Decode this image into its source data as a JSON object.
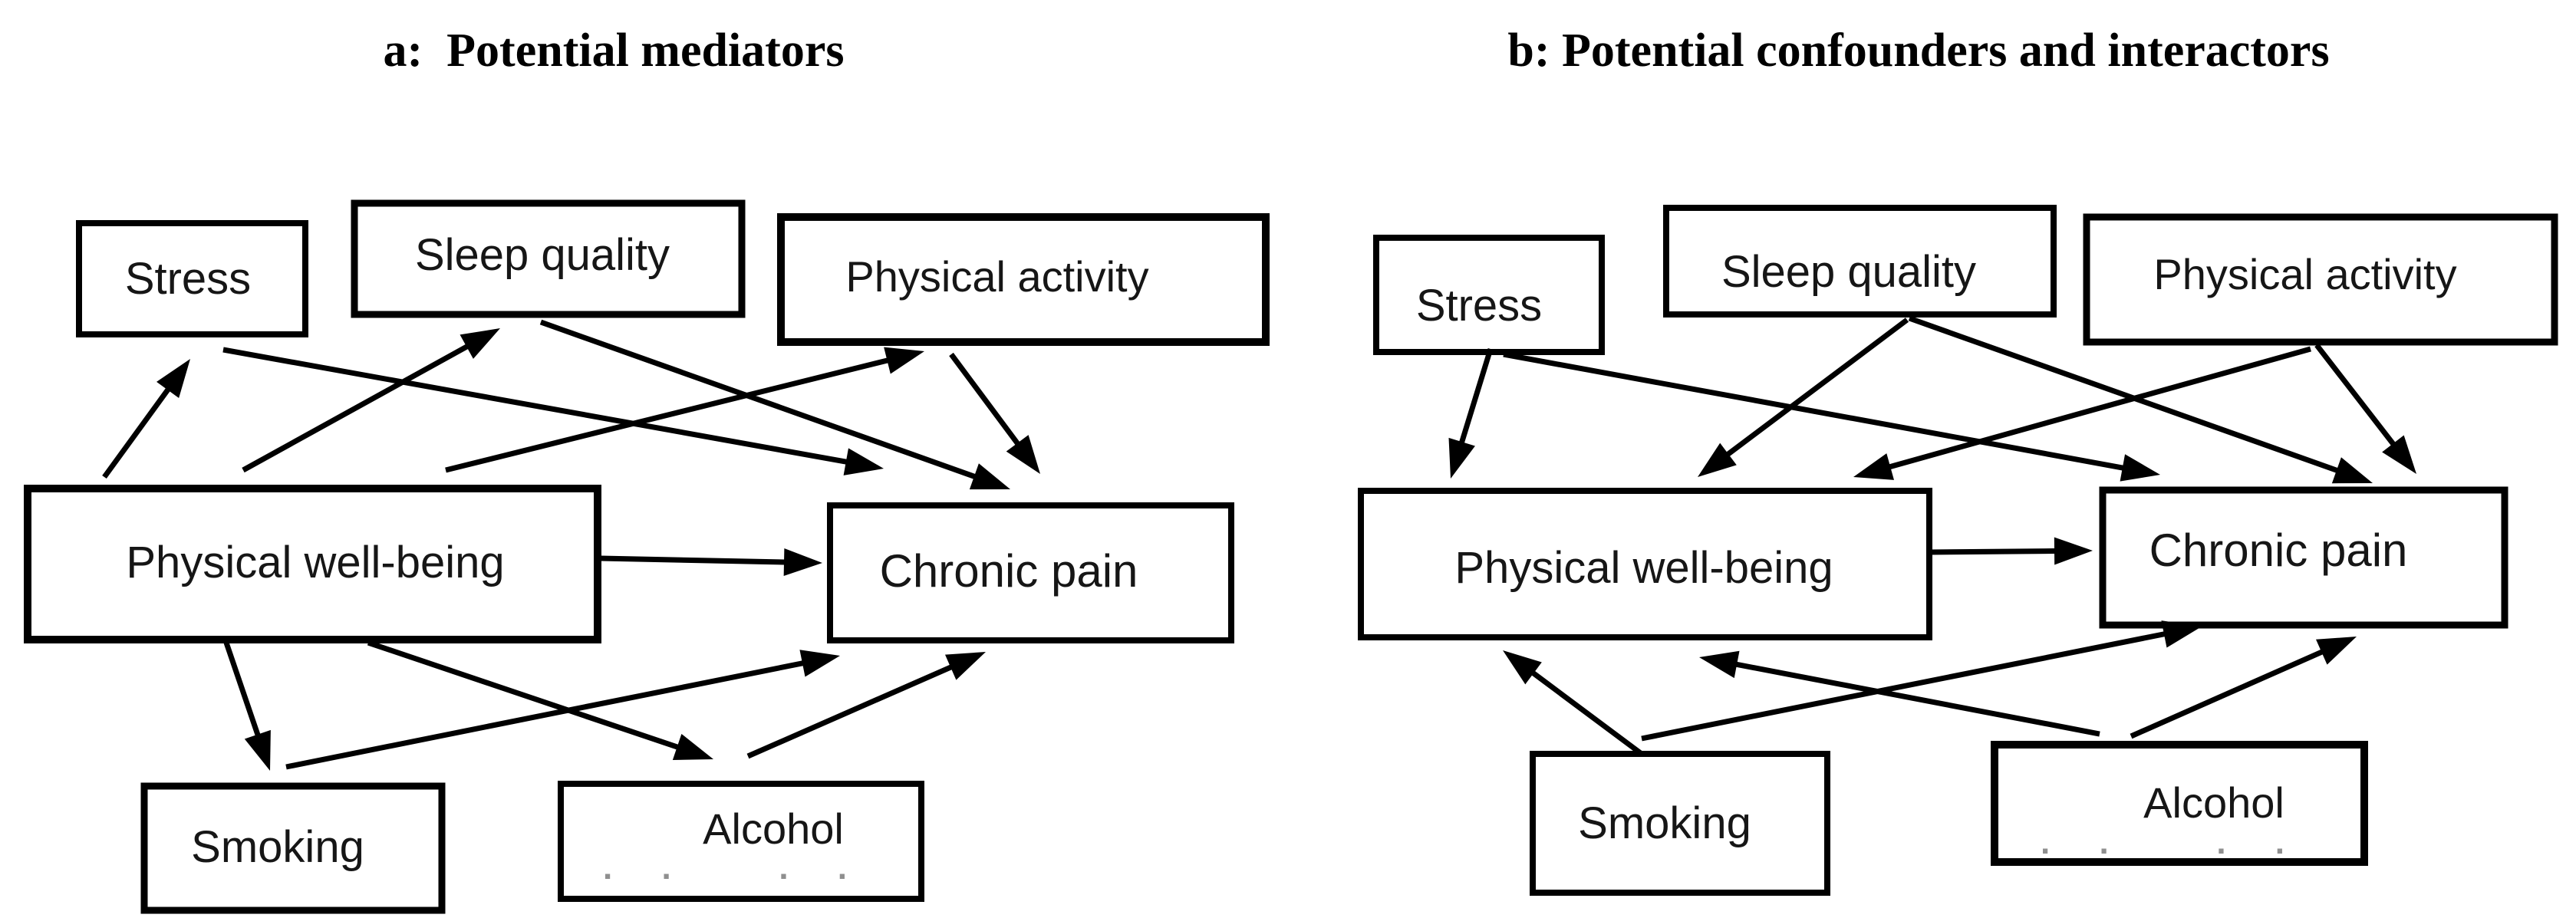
{
  "colors": {
    "ink": "#000000",
    "label_text": "#161616",
    "box_fill": "#ffffff",
    "background": "#ffffff",
    "artifact_gray": "#8f8f8f"
  },
  "diagrams": {
    "a": {
      "title": "a:  Potential mediators",
      "nodes": {
        "stress": {
          "label": "Stress"
        },
        "sleep": {
          "label": "Sleep quality"
        },
        "activity": {
          "label": "Physical activity"
        },
        "wellbeing": {
          "label": "Physical well-being"
        },
        "pain": {
          "label": "Chronic pain"
        },
        "smoking": {
          "label": "Smoking"
        },
        "alcohol": {
          "label": "Alcohol"
        }
      },
      "edges": [
        {
          "from": "wellbeing",
          "to": "stress"
        },
        {
          "from": "wellbeing",
          "to": "sleep"
        },
        {
          "from": "wellbeing",
          "to": "activity"
        },
        {
          "from": "wellbeing",
          "to": "smoking"
        },
        {
          "from": "wellbeing",
          "to": "alcohol"
        },
        {
          "from": "wellbeing",
          "to": "pain"
        },
        {
          "from": "stress",
          "to": "pain"
        },
        {
          "from": "sleep",
          "to": "pain"
        },
        {
          "from": "activity",
          "to": "pain"
        },
        {
          "from": "smoking",
          "to": "pain"
        },
        {
          "from": "alcohol",
          "to": "pain"
        }
      ],
      "artifact_marks": ". .   . ."
    },
    "b": {
      "title": "b: Potential confounders and interactors",
      "nodes": {
        "stress": {
          "label": "Stress"
        },
        "sleep": {
          "label": "Sleep quality"
        },
        "activity": {
          "label": "Physical activity"
        },
        "wellbeing": {
          "label": "Physical well-being"
        },
        "pain": {
          "label": "Chronic pain"
        },
        "smoking": {
          "label": "Smoking"
        },
        "alcohol": {
          "label": "Alcohol"
        }
      },
      "edges": [
        {
          "from": "stress",
          "to": "wellbeing"
        },
        {
          "from": "stress",
          "to": "pain"
        },
        {
          "from": "sleep",
          "to": "wellbeing"
        },
        {
          "from": "sleep",
          "to": "pain"
        },
        {
          "from": "activity",
          "to": "wellbeing"
        },
        {
          "from": "activity",
          "to": "pain"
        },
        {
          "from": "smoking",
          "to": "wellbeing"
        },
        {
          "from": "smoking",
          "to": "pain"
        },
        {
          "from": "alcohol",
          "to": "wellbeing"
        },
        {
          "from": "alcohol",
          "to": "pain"
        },
        {
          "from": "wellbeing",
          "to": "pain"
        }
      ],
      "artifact_marks": ". .   . ."
    }
  }
}
